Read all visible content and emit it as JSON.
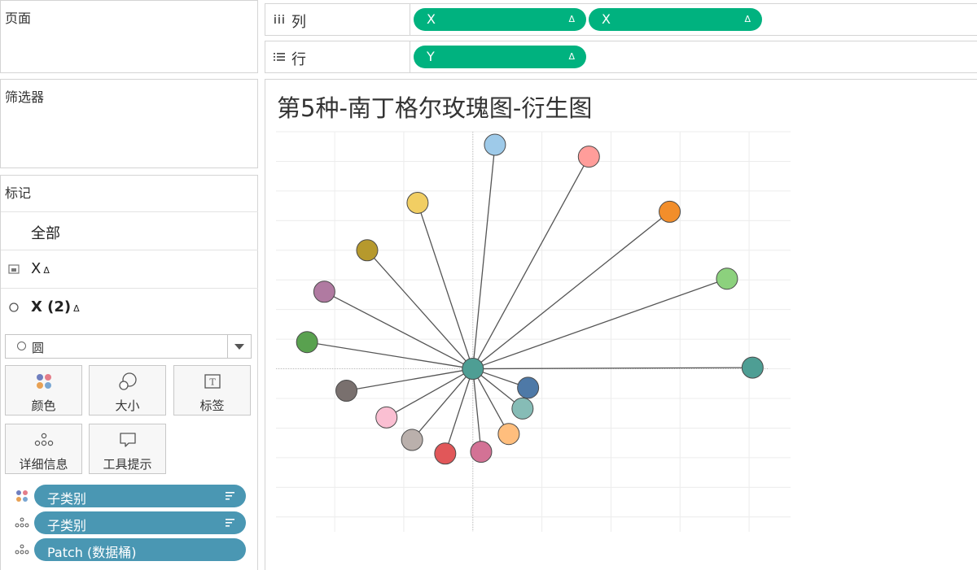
{
  "left_panel": {
    "pages_title": "页面",
    "filters_title": "筛选器",
    "marks_title": "标记",
    "marks_rows": [
      {
        "label": "全部"
      },
      {
        "label": "X",
        "delta": "Δ"
      },
      {
        "label": "X (2)",
        "delta": "Δ"
      }
    ],
    "mark_type": "圆",
    "mark_buttons": [
      {
        "label": "颜色",
        "icon": "color-dots-icon"
      },
      {
        "label": "大小",
        "icon": "size-bubbles-icon"
      },
      {
        "label": "标签",
        "icon": "text-label-icon"
      },
      {
        "label": "详细信息",
        "icon": "detail-dots-icon"
      },
      {
        "label": "工具提示",
        "icon": "tooltip-bubble-icon"
      }
    ],
    "mark_pills": [
      {
        "label": "子类别",
        "icon": "color-dots-icon",
        "sorted": true
      },
      {
        "label": "子类别",
        "icon": "detail-dots-icon",
        "sorted": true
      },
      {
        "label": "Patch (数据桶)",
        "icon": "detail-dots-icon",
        "sorted": false
      }
    ]
  },
  "shelves": {
    "columns": {
      "label": "列",
      "icon": "columns-icon",
      "pills": [
        {
          "label": "X",
          "delta": "Δ"
        },
        {
          "label": "X",
          "delta": "Δ"
        }
      ]
    },
    "rows": {
      "label": "行",
      "icon": "rows-icon",
      "pills": [
        {
          "label": "Y",
          "delta": "Δ"
        }
      ]
    }
  },
  "worksheet": {
    "title": "第5种-南丁格尔玫瑰图-衍生图"
  },
  "colors": {
    "pill_green": "#00b27f",
    "pill_blue": "#4a97b3",
    "spoke_line": "#555555",
    "center_node": "#4e9e94"
  },
  "chart_data": {
    "type": "scatter",
    "center": [
      0,
      0
    ],
    "xlim": [
      -2.85,
      4.6
    ],
    "ylim": [
      -2.75,
      4.0
    ],
    "grid": true,
    "zero_lines": true,
    "points": [
      {
        "x": 0.32,
        "y": 3.78,
        "color": "#9ecae9"
      },
      {
        "x": 1.68,
        "y": 3.58,
        "color": "#ff9d9a"
      },
      {
        "x": 2.85,
        "y": 2.65,
        "color": "#f28e2b"
      },
      {
        "x": 3.68,
        "y": 1.52,
        "color": "#8cd17d"
      },
      {
        "x": 4.05,
        "y": 0.02,
        "color": "#4e9e94"
      },
      {
        "x": 0.8,
        "y": -0.32,
        "color": "#4e79a7"
      },
      {
        "x": 0.72,
        "y": -0.67,
        "color": "#86bcb6"
      },
      {
        "x": 0.52,
        "y": -1.1,
        "color": "#ffbe7d"
      },
      {
        "x": 0.12,
        "y": -1.4,
        "color": "#d37295"
      },
      {
        "x": -0.4,
        "y": -1.43,
        "color": "#e15759"
      },
      {
        "x": -0.88,
        "y": -1.2,
        "color": "#bab0ac"
      },
      {
        "x": -1.25,
        "y": -0.82,
        "color": "#fabfd2"
      },
      {
        "x": -1.83,
        "y": -0.37,
        "color": "#79706e"
      },
      {
        "x": -2.4,
        "y": 0.45,
        "color": "#59a14f"
      },
      {
        "x": -2.15,
        "y": 1.3,
        "color": "#b07aa1"
      },
      {
        "x": -1.53,
        "y": 2.0,
        "color": "#b6992d"
      },
      {
        "x": -0.8,
        "y": 2.8,
        "color": "#f1ce63"
      }
    ]
  }
}
